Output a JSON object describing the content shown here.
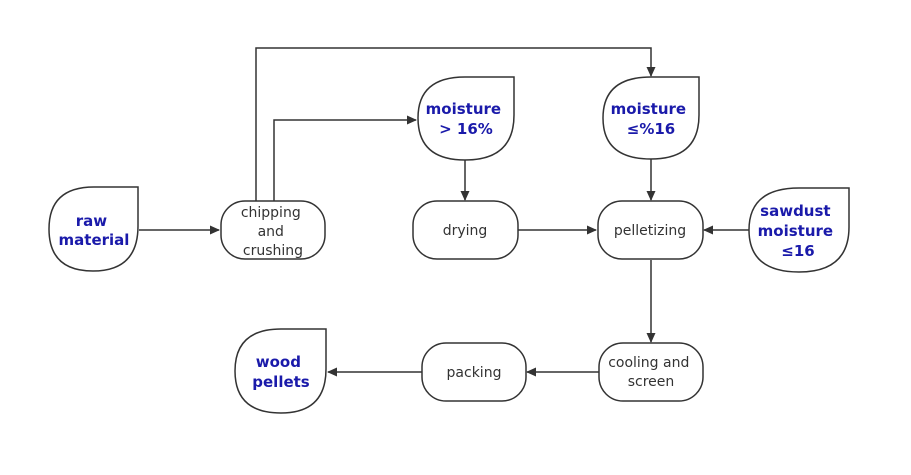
{
  "colors": {
    "line": "#333333",
    "data_text": "#1a1aaa",
    "process_text": "#333333",
    "background": "#ffffff"
  },
  "nodes": {
    "raw_material": [
      "raw",
      "material"
    ],
    "chipping": [
      "chipping",
      "and",
      "crushing"
    ],
    "moisture_high": [
      "moisture",
      "> 16%"
    ],
    "moisture_low": [
      "moisture",
      "≤%16"
    ],
    "drying": [
      "drying"
    ],
    "pelletizing": [
      "pelletizing"
    ],
    "sawdust": [
      "sawdust",
      "moisture",
      "≤16"
    ],
    "cooling": [
      "cooling and",
      "screen"
    ],
    "packing": [
      "packing"
    ],
    "wood_pellets": [
      "wood",
      "pellets"
    ]
  }
}
